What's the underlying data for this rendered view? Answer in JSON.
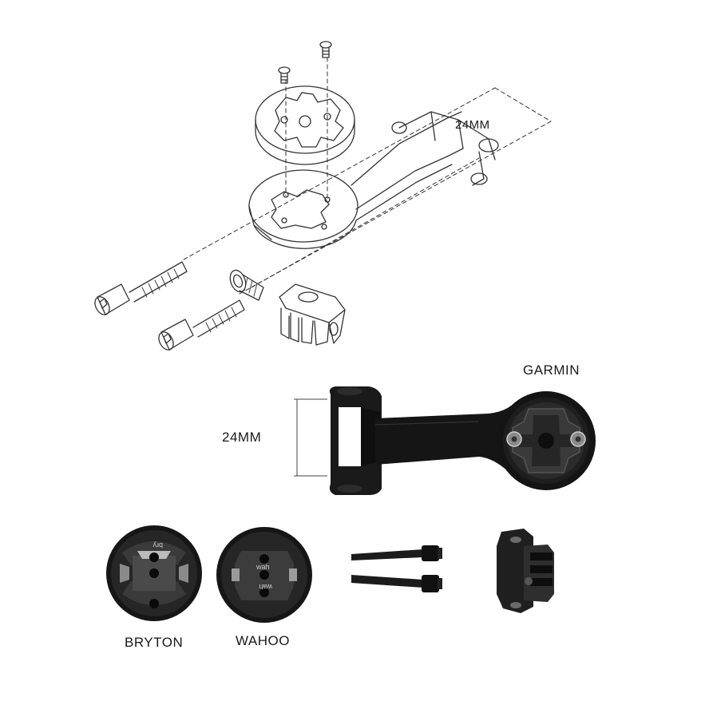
{
  "labels": {
    "dim_top": "24MM",
    "dim_side": "24MM",
    "garmin": "GARMIN",
    "bryton": "BRYTON",
    "wahoo": "WAHOO"
  },
  "adapter_text": {
    "bryton": "bry",
    "wahoo_top": "wah",
    "wahoo_bottom": "wah"
  },
  "colors": {
    "line": "#333333",
    "part_black": "#151515",
    "part_dark": "#2a2a2a",
    "part_gray": "#555555"
  }
}
